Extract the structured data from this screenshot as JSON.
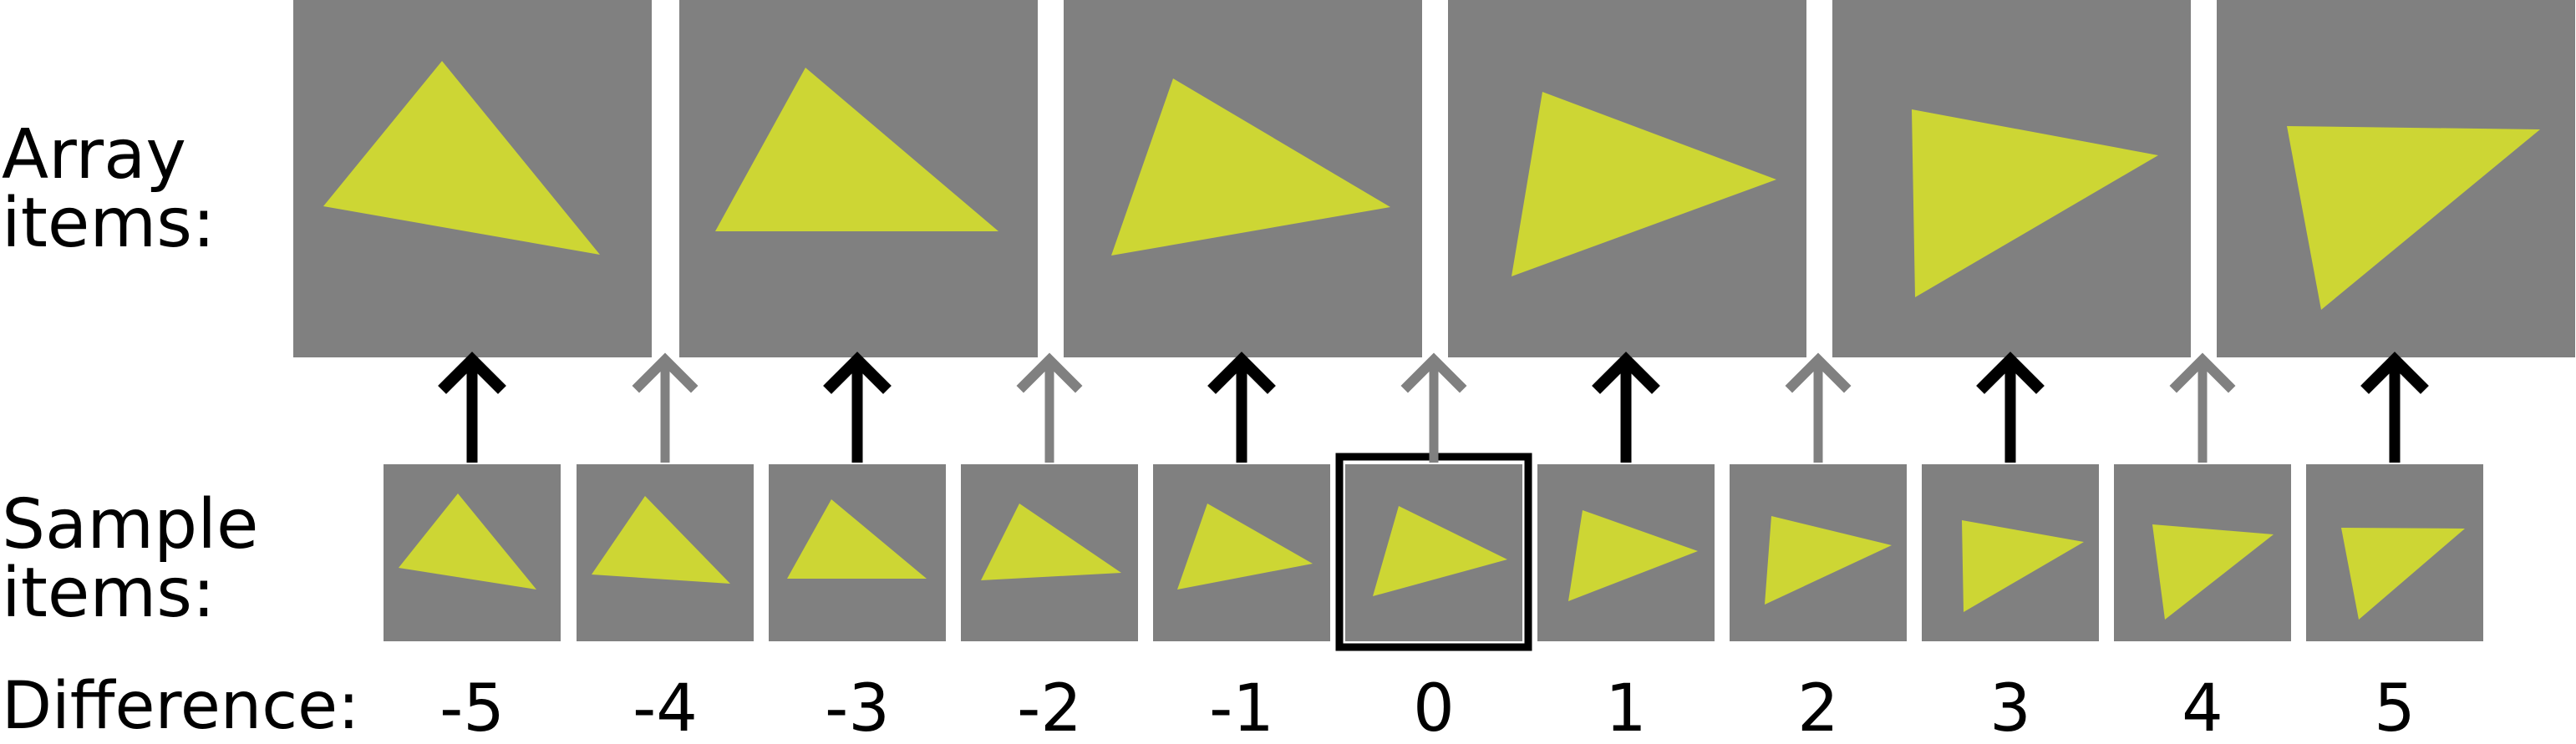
{
  "labels": {
    "array_line1": "Array",
    "array_line2": "items:",
    "sample_line1": "Sample",
    "sample_line2": "items:",
    "difference": "Difference:"
  },
  "colors": {
    "panel": "#808080",
    "triangle": "#cdd634",
    "arrow_primary": "#000000",
    "arrow_secondary": "#808080",
    "highlight_border": "#000000"
  },
  "differences": [
    "-5",
    "-4",
    "-3",
    "-2",
    "-1",
    "0",
    "1",
    "2",
    "3",
    "4",
    "5"
  ],
  "highlighted_difference": "0"
}
